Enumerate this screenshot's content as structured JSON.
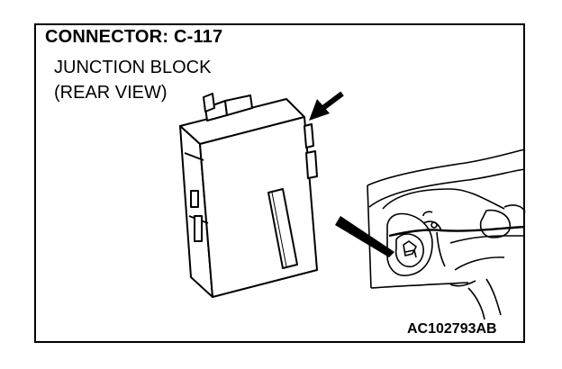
{
  "diagram": {
    "title": "CONNECTOR: C-117",
    "label_line1": "JUNCTION BLOCK",
    "label_line2": "(REAR VIEW)",
    "figure_code": "AC102793AB"
  },
  "icons": {
    "junction_block": "junction-block-drawing",
    "pointer_arrow": "pointer-arrow",
    "dashboard": "dashboard-cutaway-drawing"
  }
}
